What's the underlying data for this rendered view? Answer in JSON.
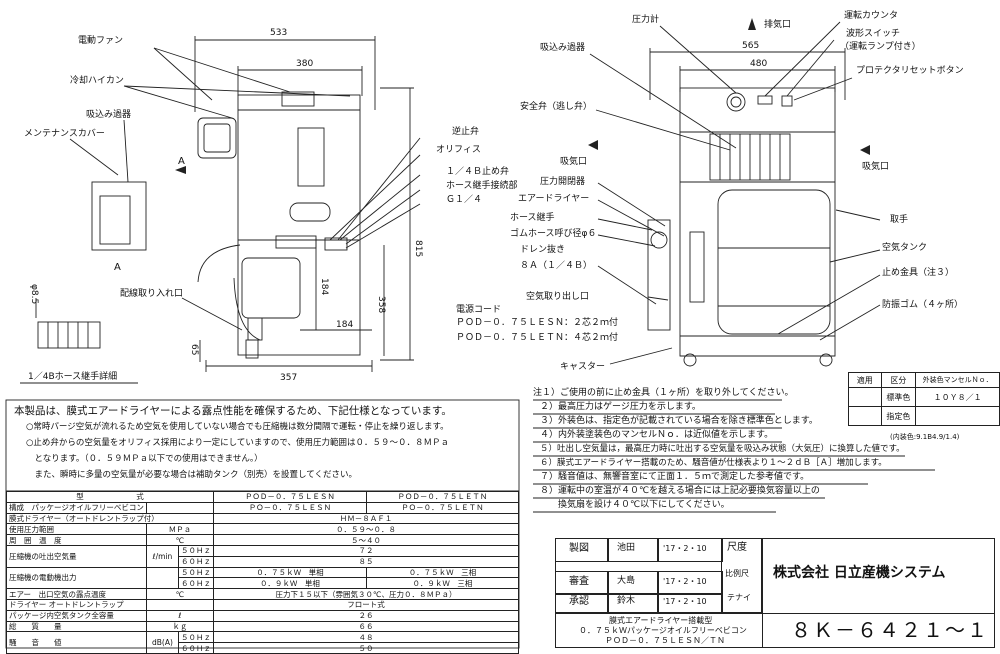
{
  "left_view": {
    "dim_top_outer": "533",
    "dim_top_inner": "380",
    "dim_right_height": "815",
    "dim_right_358": "358",
    "dim_mid_184v": "184",
    "dim_mid_184h": "184",
    "dim_bottom_357": "357",
    "dim_65": "65",
    "dim_phi": "φ8.5",
    "view_a": "A",
    "view_a2": "A",
    "hose_detail": "1／4Bホース継手詳細",
    "labels": {
      "fan": "電動ファン",
      "cooling_pipe": "冷却ハイカン",
      "intake_filter": "吸込み過器",
      "maintenance_cover": "メンテナンスカバー",
      "wiring_port": "配線取り入れ口",
      "check_valve": "逆止弁",
      "orifice": "オリフィス",
      "stop_valve": "１／４Ｂ止め弁",
      "hose_fitting": "ホース継手接続部",
      "g14": "Ｇ１／４"
    }
  },
  "right_view": {
    "dim_565": "565",
    "dim_480": "480",
    "labels": {
      "pressure_gauge": "圧力計",
      "exhaust": "排気口",
      "counter": "運転カウンタ",
      "wave_switch": "波形スイッチ",
      "wave_switch_sub": "（運転ランプ付き）",
      "protector": "プロテクタリセットボタン",
      "intake_filter": "吸込み過器",
      "safety_valve": "安全弁（逃し弁）",
      "intake1": "吸気口",
      "intake2": "吸気口",
      "pressure_switch": "圧力開閉器",
      "air_dryer": "エアードライヤー",
      "hose_fitting": "ホース継手",
      "rubber_hose": "ゴムホース呼び径φ６",
      "drain": "ドレン抜き",
      "drain_size": "８Ａ（１／４Ｂ）",
      "air_outlet": "空気取り出し口",
      "cord_title": "電源コード",
      "cord_1": "ＰＯＤ－０．７５ＬＥＳＮ：２芯２ｍ付",
      "cord_2": "ＰＯＤ－０．７５ＬＥＴＮ：４芯２ｍ付",
      "caster": "キャスター",
      "handle": "取手",
      "air_tank": "空気タンク",
      "stopper": "止め金具（注３）",
      "rubber": "防振ゴム（４ヶ所）"
    }
  },
  "color_table": {
    "headers": [
      "適用",
      "区分",
      "外装色マンセルＮｏ．"
    ],
    "rows": [
      [
        "",
        "標準色",
        "１０Ｙ８／１"
      ],
      [
        "",
        "指定色",
        ""
      ]
    ],
    "note": "(内装色:9.1B4.9/1.4)"
  },
  "notes": [
    "注１）ご使用の前に止め金具（１ヶ所）を取り外してください。",
    "２）最高圧力はゲージ圧力を示します。",
    "３）外装色は、指定色が記載されている場合を除き標準色とします。",
    "４）内外装塗装色のマンセルＮｏ．は近似値を示します。",
    "５）吐出し空気量は，最高圧力時に吐出する空気量を吸込み状態（大気圧）に換算した値です。",
    "６）膜式エアードライヤー搭載のため、騒音値が仕様表より１～２ｄＢ［Ａ］増加します。",
    "７）騒音値は、無響音室にて正面１．５ｍで測定した参考値です。",
    "８）運転中の室温が４０℃を越える場合には上記必要換気容量以上の",
    "　　換気扇を設け４０℃以下にしてください。"
  ],
  "intro": {
    "head": "本製品は、膜式エアードライヤーによる露点性能を確保するため、下記仕様となっています。",
    "b1": "○常時パージ空気が流れるため空気を使用していない場合でも圧縮機は数分間隔で運転・停止を繰り返します。",
    "b2": "○止め弁からの空気量をオリフィス採用により一定にしていますので、使用圧力範囲は０．５９～０．８ＭＰａ",
    "b2b": "　となります。（０．５９ＭＰａ以下での使用はできません。）",
    "b3": "　また、瞬時に多量の空気量が必要な場合は補助タンク（別売）を設置してください。"
  },
  "spec": {
    "model_label": "型　　　　　　　式",
    "model_a": "ＰＯＤ－０．７５ＬＥＳＮ",
    "model_b": "ＰＯＤ－０．７５ＬＥＴＮ",
    "pkg_label": "パッケージオイルフリーベビコン",
    "pkg_a": "ＰＯ－０．７５ＬＥＳＮ",
    "pkg_b": "ＰＯ－０．７５ＬＥＴＮ",
    "cfg_1": "構成",
    "cfg_2": "膜式ドライヤー（オートドレントラップ付）",
    "dryer": "ＨＭ－８ＡＦ１",
    "press_label": "使用圧力範囲",
    "press_unit": "ＭＰａ",
    "press_val": "０．５９～０．８",
    "temp_label": "周　囲　温　度",
    "temp_unit": "℃",
    "temp_val": "５～４０",
    "flow_label": "圧縮機の吐出空気量",
    "flow_unit": "ℓ/min",
    "hz50": "５０Ｈｚ",
    "hz60": "６０Ｈｚ",
    "flow_50": "７２",
    "flow_60": "８５",
    "motor_label": "圧縮機の電動機出力",
    "motor_50a": "０．７５ｋＷ　単相",
    "motor_50b": "０．７５ｋＷ　三相",
    "motor_60a": "０．９ｋＷ　単相",
    "motor_60b": "０．９ｋＷ　三相",
    "dew_1": "エアー",
    "dew_2": "出口空気の露点温度",
    "dew_unit": "℃",
    "dew_val": "圧力下１５以下（雰囲気３０℃、圧力０．８ＭＰａ）",
    "trap_1": "ドライヤー",
    "trap_2": "オートドレントラップ",
    "trap_val": "フロート式",
    "tank_label": "パッケージ内空気タンク全容量",
    "tank_unit": "ℓ",
    "tank_val": "２６",
    "mass_label": "総　　質　　量",
    "mass_unit": "ｋｇ",
    "mass_val": "６６",
    "noise_label": "騒　　音　　値",
    "noise_unit": "dB(A)",
    "noise_50": "４８",
    "noise_60": "５０"
  },
  "titleblock": {
    "r1": [
      "製図",
      "池田",
      "'17・2・10"
    ],
    "r2": [
      "審査",
      "大島",
      "'17・2・10"
    ],
    "r3": [
      "承認",
      "鈴木",
      "'17・2・10"
    ],
    "shakudo": "尺度",
    "scale": "比例尺",
    "tenai": "テナイ",
    "company": "株式会社 日立産機システム",
    "desc1": "膜式エアードライヤー搭載型",
    "desc2": "０．７５ｋＷパッケージオイルフリーベビコン",
    "desc3": "ＰＯＤ－０．７５ＬＥＳＮ／ＴＮ",
    "dwg_no": "８Ｋ－６４２１～１"
  }
}
